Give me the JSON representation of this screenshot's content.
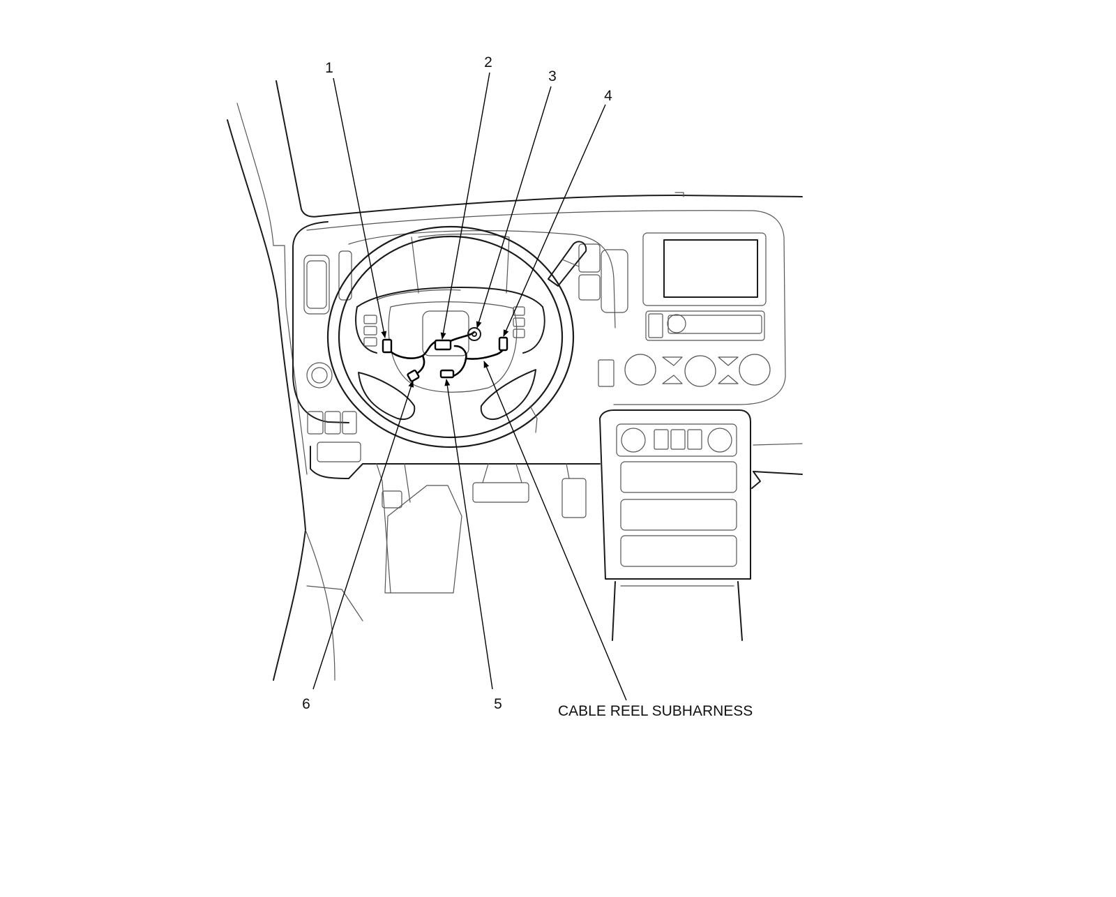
{
  "callouts": {
    "c1": "1",
    "c2": "2",
    "c3": "3",
    "c4": "4",
    "c5": "5",
    "c6": "6",
    "cable_reel": "CABLE REEL SUBHARNESS"
  }
}
